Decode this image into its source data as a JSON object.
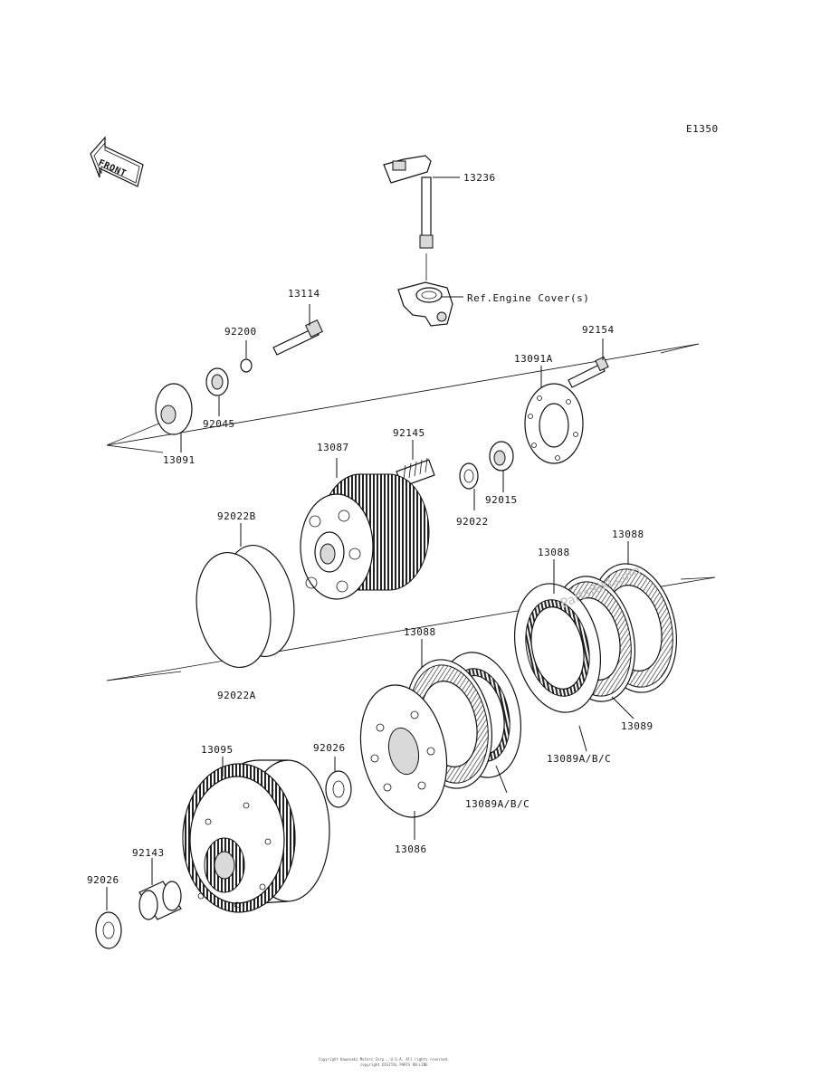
{
  "diagram_code": "E1350",
  "front_label": "FRONT",
  "watermark": "PartsRiki.com",
  "copyright_line1": "Copyright Kawasaki Motors Corp., U.S.A. All rights reserved.",
  "copyright_line2": "copyright DIGITAL PARTS ON-LINE",
  "labels": {
    "p13236": "13236",
    "ref_engine_cover": "Ref.Engine Cover(s)",
    "p13114": "13114",
    "p92200": "92200",
    "p92154": "92154",
    "p13091A": "13091A",
    "p92045": "92045",
    "p13091": "13091",
    "p92145": "92145",
    "p13087": "13087",
    "p92015": "92015",
    "p92022": "92022",
    "p92022B": "92022B",
    "p92022A": "92022A",
    "p13088_a": "13088",
    "p13088_b": "13088",
    "p13088_c": "13088",
    "p13089": "13089",
    "p13089ABC_a": "13089A/B/C",
    "p13089ABC_b": "13089A/B/C",
    "p92026_a": "92026",
    "p13095": "13095",
    "p13086": "13086",
    "p92143": "92143",
    "p92026_b": "92026"
  }
}
